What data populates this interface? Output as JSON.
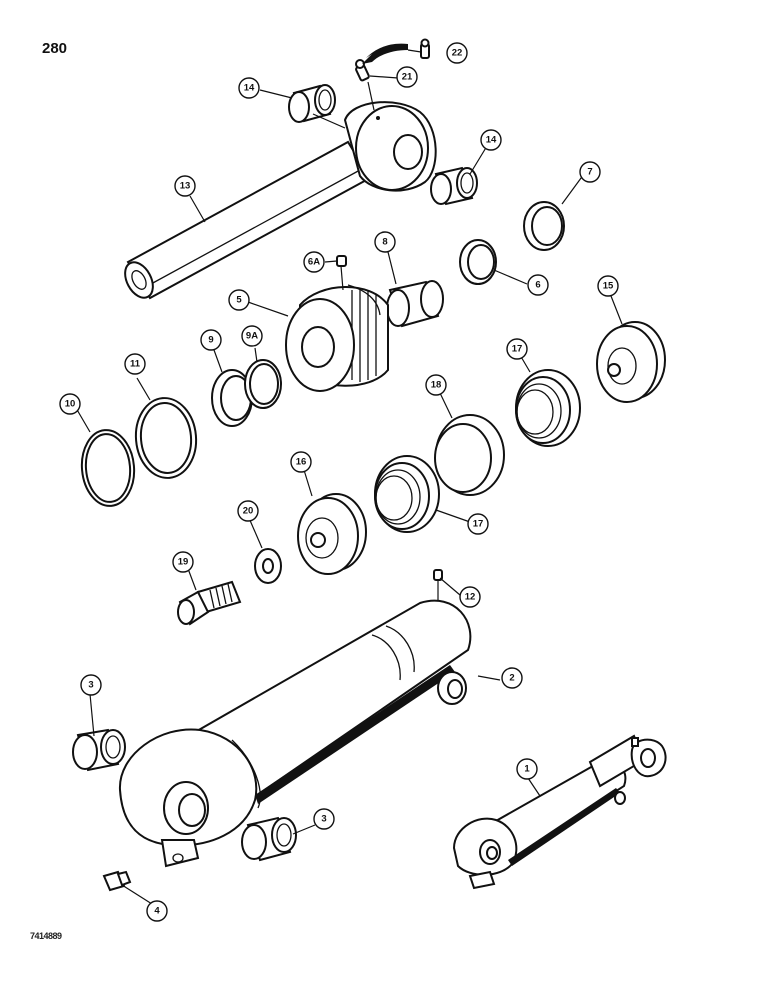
{
  "page": {
    "number": "280",
    "drawing_code": "7414889"
  },
  "callouts": [
    {
      "id": "1",
      "label": "1"
    },
    {
      "id": "2",
      "label": "2"
    },
    {
      "id": "3a",
      "label": "3"
    },
    {
      "id": "3b",
      "label": "3"
    },
    {
      "id": "4",
      "label": "4"
    },
    {
      "id": "5",
      "label": "5"
    },
    {
      "id": "6",
      "label": "6"
    },
    {
      "id": "6A",
      "label": "6A"
    },
    {
      "id": "7",
      "label": "7"
    },
    {
      "id": "8",
      "label": "8"
    },
    {
      "id": "9",
      "label": "9"
    },
    {
      "id": "9A",
      "label": "9A"
    },
    {
      "id": "10",
      "label": "10"
    },
    {
      "id": "11",
      "label": "11"
    },
    {
      "id": "12",
      "label": "12"
    },
    {
      "id": "13",
      "label": "13"
    },
    {
      "id": "14a",
      "label": "14"
    },
    {
      "id": "14b",
      "label": "14"
    },
    {
      "id": "15",
      "label": "15"
    },
    {
      "id": "16",
      "label": "16"
    },
    {
      "id": "17a",
      "label": "17"
    },
    {
      "id": "17b",
      "label": "17"
    },
    {
      "id": "18",
      "label": "18"
    },
    {
      "id": "19",
      "label": "19"
    },
    {
      "id": "20",
      "label": "20"
    },
    {
      "id": "21",
      "label": "21"
    },
    {
      "id": "22",
      "label": "22"
    }
  ]
}
